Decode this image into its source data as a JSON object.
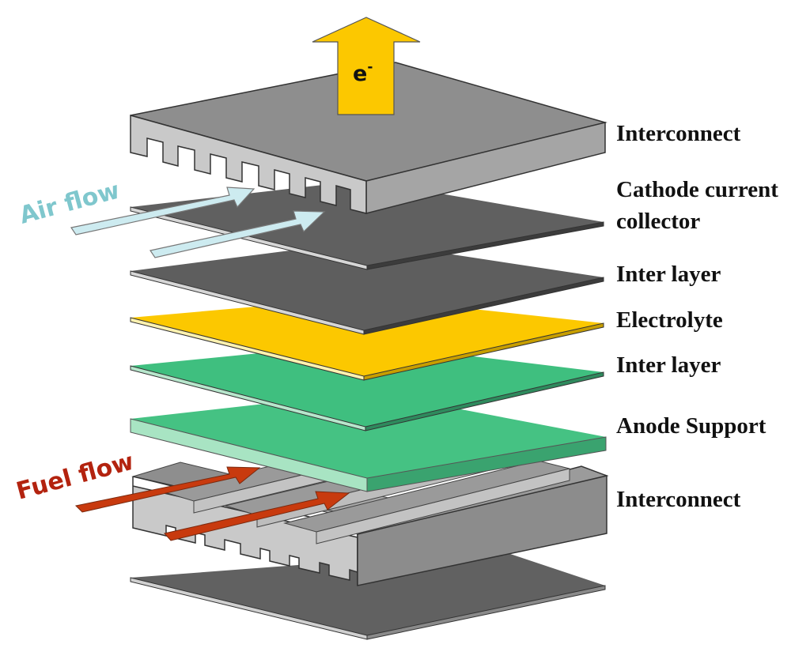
{
  "diagram": {
    "electron": {
      "symbol": "e",
      "superscript": "-"
    },
    "labels": {
      "interconnect_top": "Interconnect",
      "cathode_line1": "Cathode current",
      "cathode_line2": "collector",
      "inter_layer_top": "Inter layer",
      "electrolyte": "Electrolyte",
      "inter_layer_bottom": "Inter layer",
      "anode_support": "Anode Support",
      "interconnect_bottom": "Interconnect"
    },
    "flows": {
      "air": "Air flow",
      "fuel": "Fuel flow"
    },
    "colors": {
      "interconnect_top": "#8e8e8e",
      "interconnect_front": "#c9c9c9",
      "interconnect_side": "#a5a5a5",
      "cathode_collector": "#606060",
      "inter_layer_top": "#5e5e5e",
      "electrolyte": "#fcc800",
      "inter_layer_bottom": "#3fbf7f",
      "anode_support": "#45c283",
      "anode_support_edge": "#a8e4c3",
      "bottom_plate": "#616161",
      "electron_arrow": "#fcc800",
      "air_arrow": "#cdebf0",
      "air_text": "#7fc7cd",
      "fuel_arrow": "#c83a0e",
      "fuel_text": "#b3230f"
    }
  }
}
